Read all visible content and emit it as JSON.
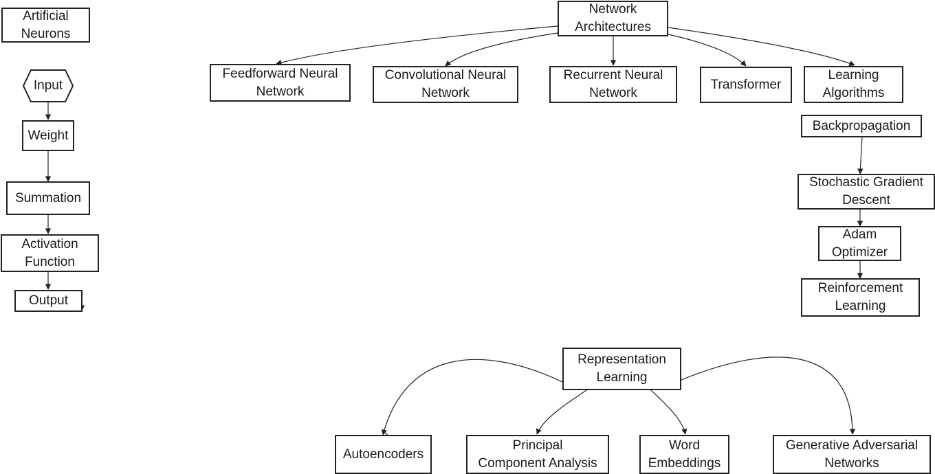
{
  "nodes": {
    "artificial_neurons": "Artificial\nNeurons",
    "input": "Input",
    "weight": "Weight",
    "summation": "Summation",
    "activation_function": "Activation\nFunction",
    "output": "Output",
    "network_architectures": "Network\nArchitectures",
    "feedforward": "Feedforward Neural\nNetwork",
    "convolutional": "Convolutional Neural\nNetwork",
    "recurrent": "Recurrent Neural\nNetwork",
    "transformer": "Transformer",
    "learning_algorithms": "Learning\nAlgorithms",
    "backpropagation": "Backpropagation",
    "sgd": "Stochastic Gradient\nDescent",
    "adam": "Adam\nOptimizer",
    "reinforcement": "Reinforcement\nLearning",
    "representation_learning": "Representation\nLearning",
    "autoencoders": "Autoencoders",
    "pca": "Principal\nComponent Analysis",
    "word_embeddings": "Word\nEmbeddings",
    "gan": "Generative Adversarial\nNetworks"
  }
}
